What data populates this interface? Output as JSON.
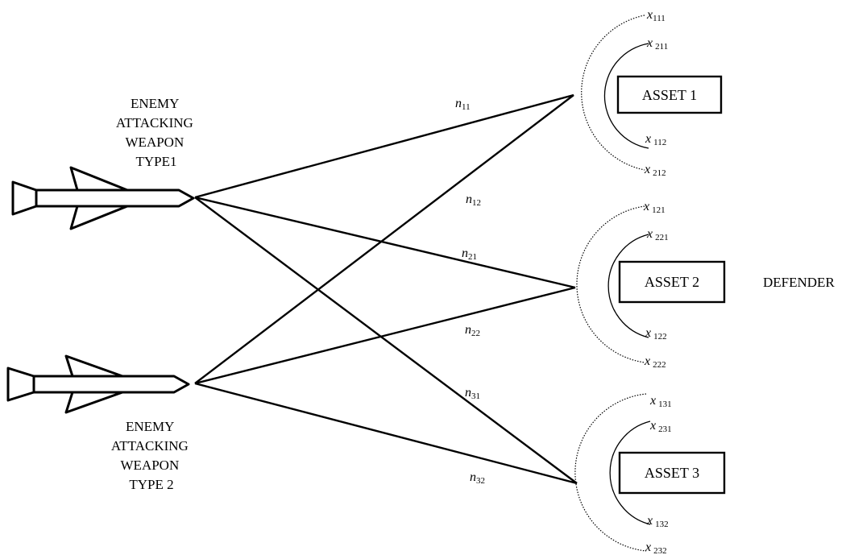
{
  "weapons": [
    {
      "label_lines": [
        "ENEMY",
        "ATTACKING",
        "WEAPON",
        "TYPE1"
      ]
    },
    {
      "label_lines": [
        "ENEMY",
        "ATTACKING",
        "WEAPON",
        "TYPE 2"
      ]
    }
  ],
  "assets": [
    {
      "label": "ASSET 1",
      "vars": [
        {
          "sym": "x",
          "sub": "111"
        },
        {
          "sym": "x",
          "sub": "211"
        },
        {
          "sym": "x",
          "sub": "112"
        },
        {
          "sym": "x",
          "sub": "212"
        }
      ]
    },
    {
      "label": "ASSET 2",
      "vars": [
        {
          "sym": "x",
          "sub": "121"
        },
        {
          "sym": "x",
          "sub": "221"
        },
        {
          "sym": "x",
          "sub": "122"
        },
        {
          "sym": "x",
          "sub": "222"
        }
      ]
    },
    {
      "label": "ASSET 3",
      "vars": [
        {
          "sym": "x",
          "sub": "131"
        },
        {
          "sym": "x",
          "sub": "231"
        },
        {
          "sym": "x",
          "sub": "132"
        },
        {
          "sym": "x",
          "sub": "232"
        }
      ]
    }
  ],
  "defender_label": "DEFENDER",
  "links": [
    {
      "from": 0,
      "to": 0,
      "sym": "n",
      "sub": "11"
    },
    {
      "from": 1,
      "to": 0,
      "sym": "n",
      "sub": "12"
    },
    {
      "from": 0,
      "to": 1,
      "sym": "n",
      "sub": "21"
    },
    {
      "from": 1,
      "to": 1,
      "sym": "n",
      "sub": "22"
    },
    {
      "from": 0,
      "to": 2,
      "sym": "n",
      "sub": "31"
    },
    {
      "from": 1,
      "to": 2,
      "sym": "n",
      "sub": "32"
    }
  ]
}
